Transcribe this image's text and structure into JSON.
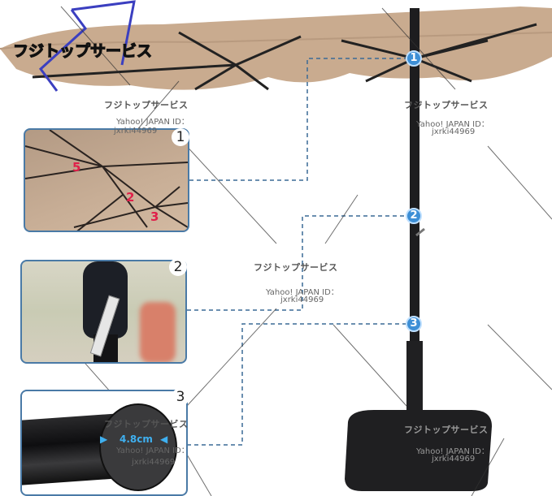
{
  "watermark": {
    "brand": "フジトップサービス",
    "id_label": "Yahoo! JAPAN ID：",
    "id_value": "jxrki44969"
  },
  "markers": [
    "1",
    "2",
    "3"
  ],
  "insets": [
    {
      "number": "1",
      "part_labels": [
        "5",
        "2",
        "3"
      ]
    },
    {
      "number": "2"
    },
    {
      "number": "3",
      "measurement": "4.8cm"
    }
  ],
  "colors": {
    "canopy": "#c9ab8f",
    "frame": "#4a7aa6",
    "marker": "#3d8fd6",
    "pole": "#1d1d1f"
  }
}
